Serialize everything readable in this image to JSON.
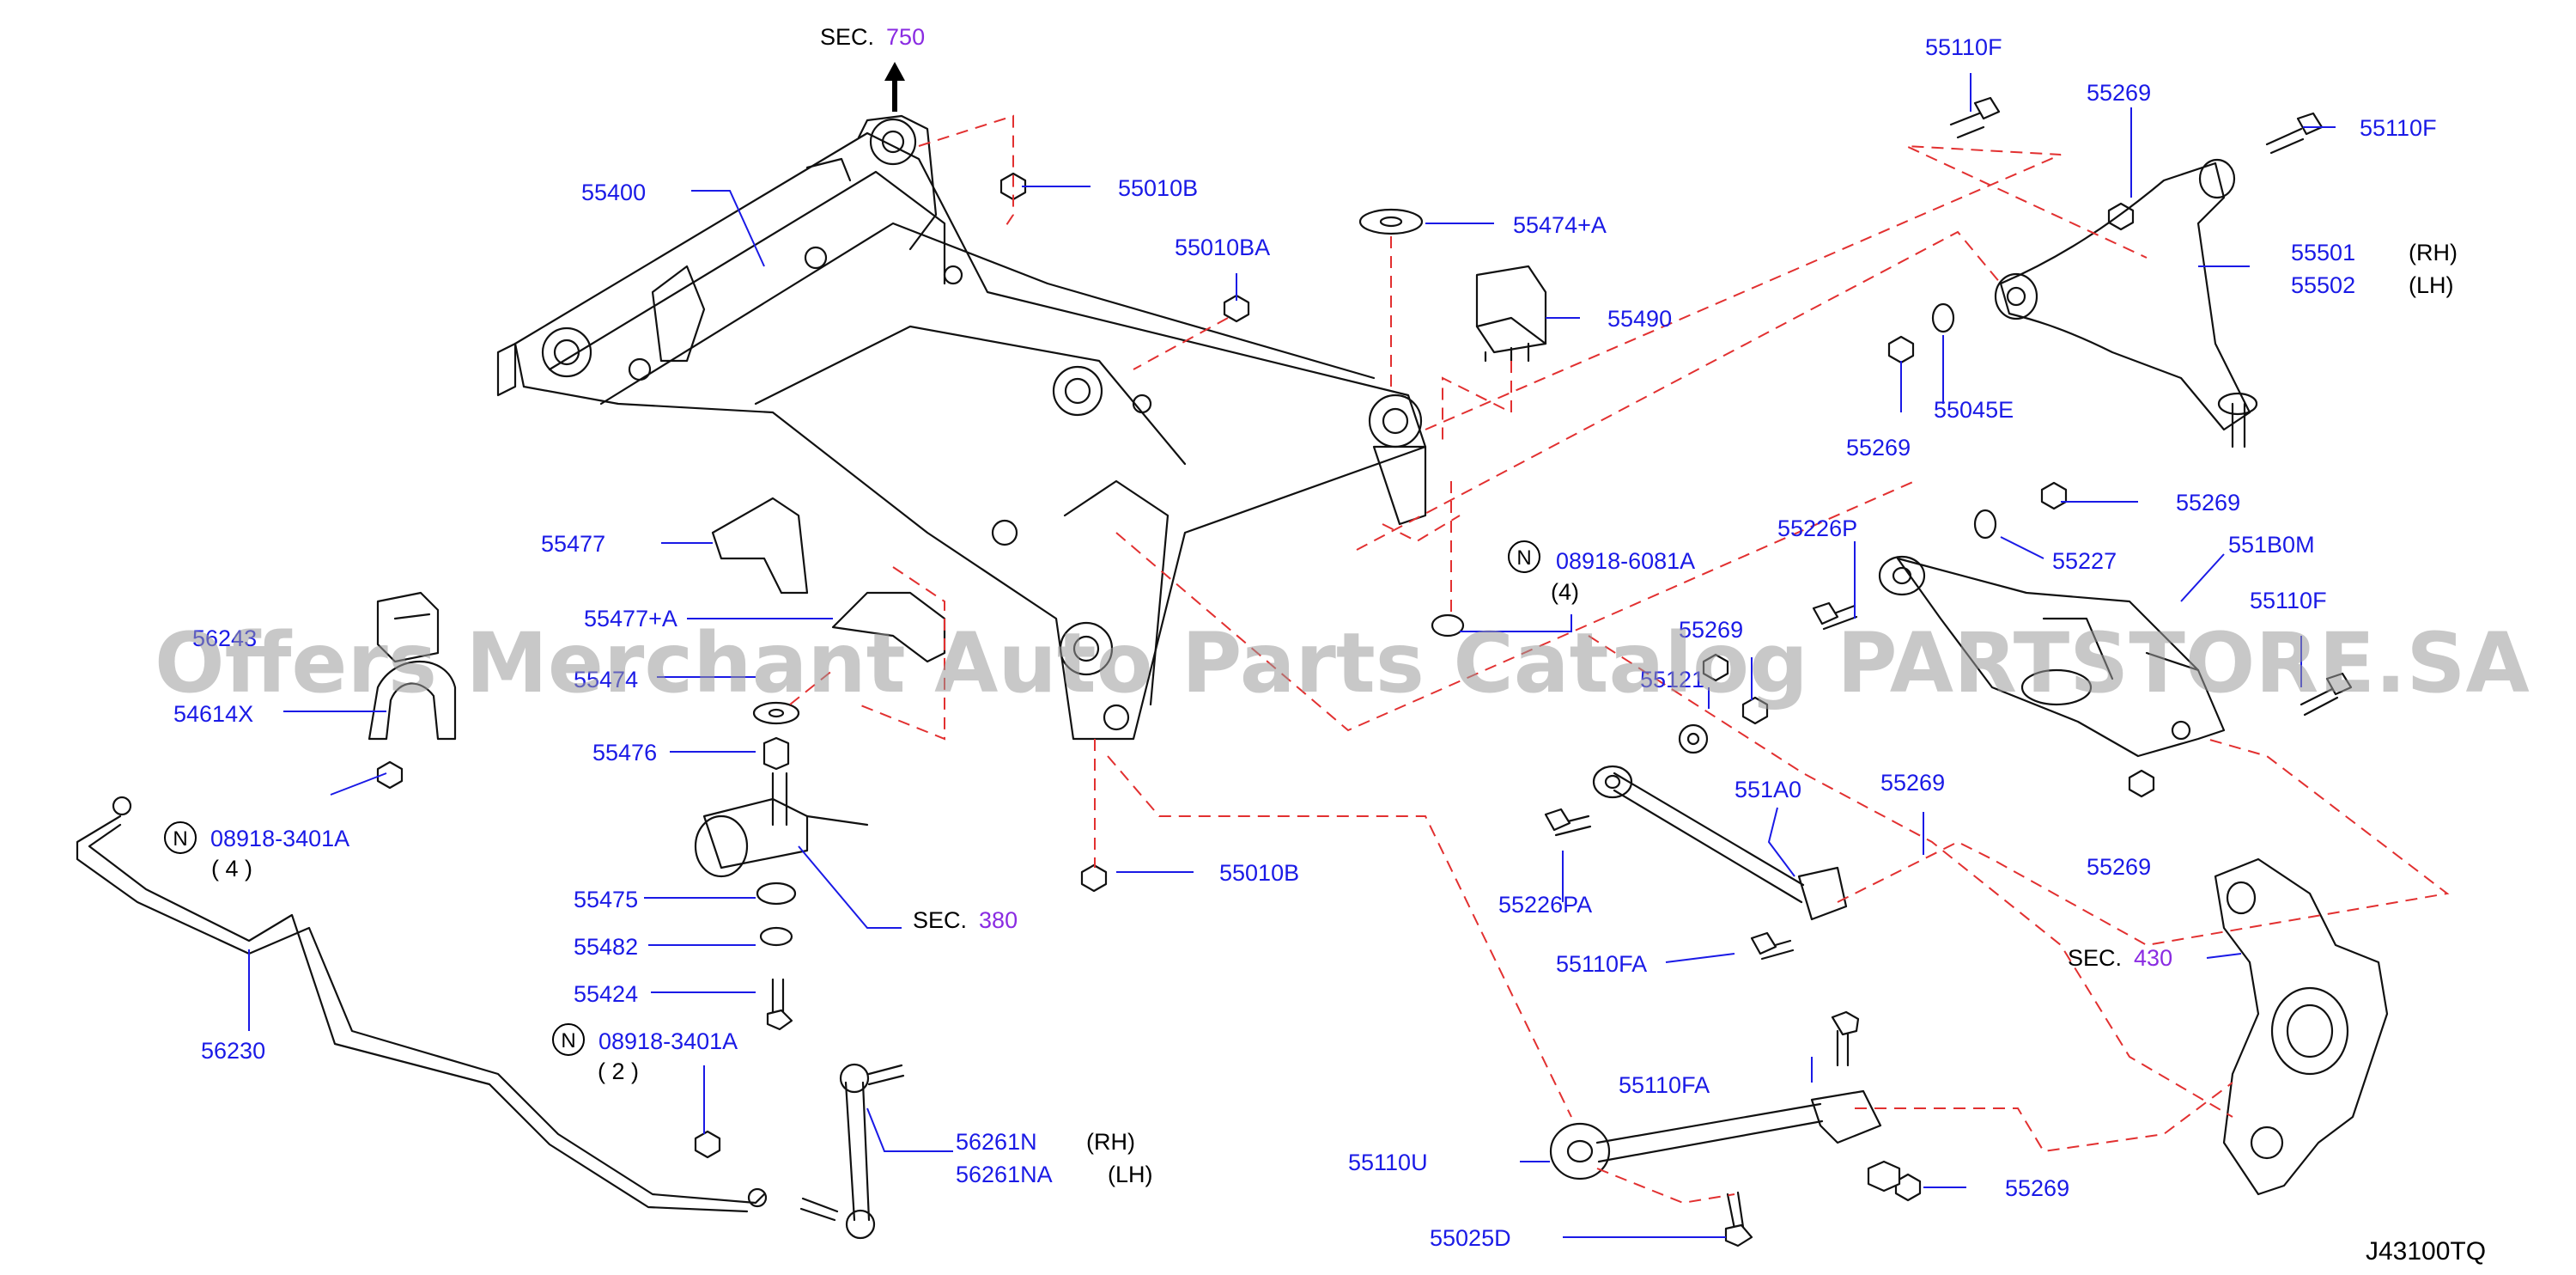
{
  "diagram_code": "J43100TQ",
  "watermark": "Offers Merchant Auto Parts Catalog PARTSTORE.SA",
  "colors": {
    "part_label": "#1a1ae6",
    "section_number": "#8a2be2",
    "dash_line": "#e23030",
    "drawing": "#111111"
  },
  "sections": [
    {
      "prefix": "SEC.",
      "number": "750"
    },
    {
      "prefix": "SEC.",
      "number": "380"
    },
    {
      "prefix": "SEC.",
      "number": "430"
    }
  ],
  "parts": {
    "p55400": "55400",
    "p55010B_top": "55010B",
    "p55010BA": "55010BA",
    "p55474A": "55474+A",
    "p55490": "55490",
    "p55110F_top": "55110F",
    "p55269_top": "55269",
    "p55110F_right": "55110F",
    "p55501": "55501",
    "p55502": "55502",
    "p55269_mid": "55269",
    "p55045E": "55045E",
    "p55269_r2": "55269",
    "p55227": "55227",
    "p55226P": "55226P",
    "p551B0M": "551B0M",
    "p55110F_r3": "55110F",
    "p08918_6081A": "08918-6081A",
    "p55477": "55477",
    "p55477A": "55477+A",
    "p56243": "56243",
    "p55474": "55474",
    "p54614X": "54614X",
    "p55476": "55476",
    "p08918_3401A_a": "08918-3401A",
    "p55269_c": "55269",
    "p5512x": "55121",
    "p551A0": "551A0",
    "p55269_d": "55269",
    "p55269_e": "55269",
    "p55475": "55475",
    "p55482": "55482",
    "p55424": "55424",
    "p55010B_bot": "55010B",
    "p55226PA": "55226PA",
    "p55110FA_a": "55110FA",
    "p56230": "56230",
    "p08918_3401A_b": "08918-3401A",
    "p55110FA_b": "55110FA",
    "p56261N": "56261N",
    "p56261NA": "56261NA",
    "p55110U": "55110U",
    "p55269_f": "55269",
    "p55025D": "55025D"
  },
  "notes": {
    "rh": "(RH)",
    "lh": "(LH)",
    "rh2": "(RH)",
    "lh2": "(LH)",
    "qty4_a": "( 4 )",
    "qty4_b": "(4)",
    "qty2": "( 2 )",
    "n_symbol": "N"
  }
}
